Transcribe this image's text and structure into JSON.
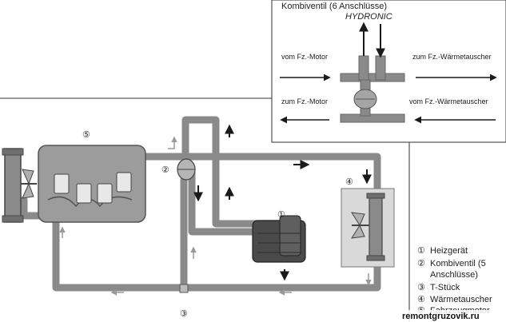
{
  "inset": {
    "title": "Kombiventil (6 Anschlüsse)",
    "subtitle": "HYDRONIC",
    "label_in_left": "vom Fz.-Motor",
    "label_in_right": "zum Fz.-Wärmetauscher",
    "label_out_left": "zum Fz.-Motor",
    "label_out_right": "vom Fz.-Wärmetauscher"
  },
  "markers": {
    "m1": "①",
    "m2": "②",
    "m3": "③",
    "m4": "④",
    "m5": "⑤"
  },
  "legend": [
    {
      "num": "①",
      "text": "Heizgerät"
    },
    {
      "num": "②",
      "text": "Kombiventil (5"
    },
    {
      "num": "",
      "text": "Anschlüsse)"
    },
    {
      "num": "③",
      "text": "T-Stück"
    },
    {
      "num": "④",
      "text": "Wärmetauscher"
    },
    {
      "num": "⑤",
      "text": "Fahrzeugmotor"
    }
  ],
  "watermark": "remontgruzovik.ru",
  "colors": {
    "pipe": "#8a8a8a",
    "pipe_edge": "#6f6f6f",
    "box_fill": "#d9d9d9",
    "engine_fill": "#9c9c9c",
    "heater_fill": "#4a4a4a",
    "arrow": "#1a1a1a"
  }
}
